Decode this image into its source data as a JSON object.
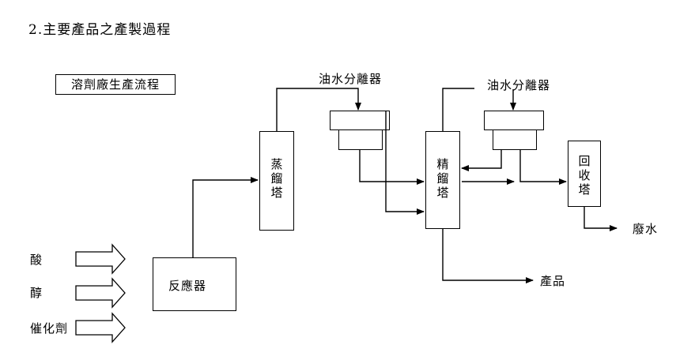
{
  "page": {
    "title": "2.主要產品之產製過程"
  },
  "diagram": {
    "process_label": "溶劑廠生產流程",
    "inputs": [
      "酸",
      "醇",
      "催化劑"
    ],
    "reactor": "反應器",
    "distillation_tower": [
      "蒸",
      "餾",
      "塔"
    ],
    "rectification_tower": [
      "精",
      "餾",
      "塔"
    ],
    "recovery_tower": [
      "回",
      "收",
      "塔"
    ],
    "separator_1": "油水分離器",
    "separator_2": "油水分離器",
    "product_output": "產品",
    "waste_output": "廢水",
    "colors": {
      "line": "#000000",
      "background": "#ffffff"
    }
  }
}
